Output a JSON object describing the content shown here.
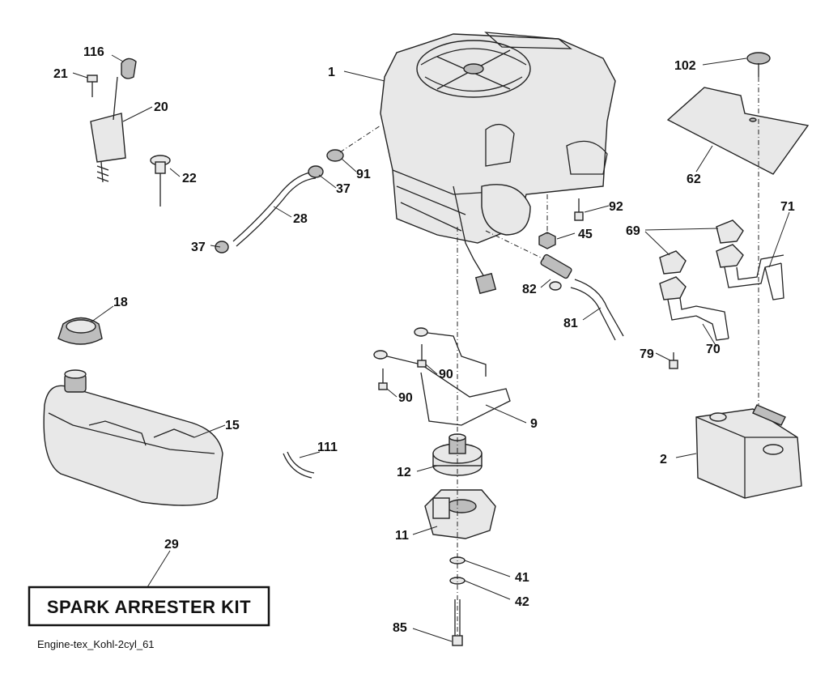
{
  "diagram": {
    "kit_label": "SPARK ARRESTER KIT",
    "caption": "Engine-tex_Kohl-2cyl_61",
    "callouts": {
      "c1": "1",
      "c2": "2",
      "c9": "9",
      "c11": "11",
      "c12": "12",
      "c15": "15",
      "c18": "18",
      "c20": "20",
      "c21": "21",
      "c22": "22",
      "c28": "28",
      "c29": "29",
      "c37a": "37",
      "c37b": "37",
      "c41": "41",
      "c42": "42",
      "c45": "45",
      "c62": "62",
      "c69": "69",
      "c70": "70",
      "c71": "71",
      "c79": "79",
      "c81": "81",
      "c82": "82",
      "c85": "85",
      "c90a": "90",
      "c90b": "90",
      "c91": "91",
      "c92": "92",
      "c102": "102",
      "c111": "111",
      "c116": "116"
    }
  }
}
